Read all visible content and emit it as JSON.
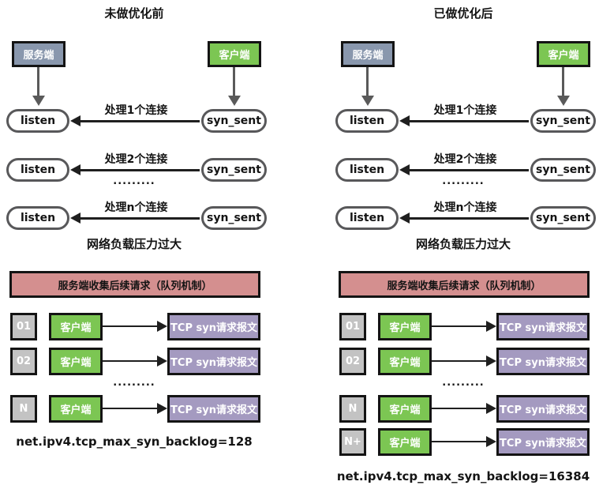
{
  "colors": {
    "server_fill": "#8997AD",
    "client_fill": "#7CC653",
    "banner_fill": "#D48F8F",
    "packet_fill": "#A49AC0",
    "index_fill": "#C3C3C3",
    "node_border": "#58585A",
    "arrow": "#1F1F1F"
  },
  "diagram": {
    "left": {
      "title": "未做优化前",
      "server": "服务端",
      "client": "客户端",
      "rows": [
        {
          "listen": "listen",
          "label": "处理1个连接",
          "syn": "syn_sent"
        },
        {
          "listen": "listen",
          "label": "处理2个连接",
          "syn": "syn_sent"
        },
        {
          "listen": "listen",
          "label": "处理n个连接",
          "syn": "syn_sent"
        }
      ],
      "dots": ".........",
      "overload": "网络负载压力过大",
      "banner": "服务端收集后续请求（队列机制）",
      "queue": [
        {
          "id": "01",
          "client": "客户端",
          "packet": "TCP syn请求报文"
        },
        {
          "id": "02",
          "client": "客户端",
          "packet": "TCP syn请求报文"
        },
        {
          "id": "N",
          "client": "客户端",
          "packet": "TCP syn请求报文"
        }
      ],
      "queue_dots": ".........",
      "sysctl": "net.ipv4.tcp_max_syn_backlog=128"
    },
    "right": {
      "title": "已做优化后",
      "server": "服务端",
      "client": "客户端",
      "rows": [
        {
          "listen": "listen",
          "label": "处理1个连接",
          "syn": "syn_sent"
        },
        {
          "listen": "listen",
          "label": "处理2个连接",
          "syn": "syn_sent"
        },
        {
          "listen": "listen",
          "label": "处理n个连接",
          "syn": "syn_sent"
        }
      ],
      "dots": ".........",
      "overload": "网络负载压力过大",
      "banner": "服务端收集后续请求（队列机制）",
      "queue": [
        {
          "id": "01",
          "client": "客户端",
          "packet": "TCP syn请求报文"
        },
        {
          "id": "02",
          "client": "客户端",
          "packet": "TCP syn请求报文"
        },
        {
          "id": "N",
          "client": "客户端",
          "packet": "TCP syn请求报文"
        },
        {
          "id": "N+",
          "client": "客户端",
          "packet": "TCP syn请求报文"
        }
      ],
      "queue_dots": ".........",
      "sysctl": "net.ipv4.tcp_max_syn_backlog=16384"
    }
  }
}
